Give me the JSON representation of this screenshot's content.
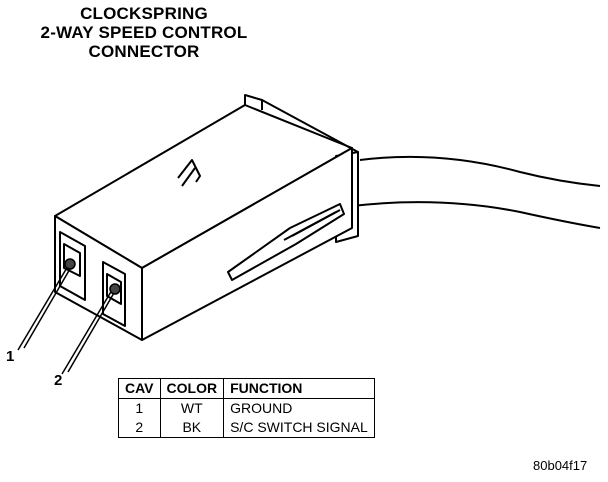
{
  "title": {
    "line1": "CLOCKSPRING",
    "line2": "2-WAY SPEED CONTROL",
    "line3": "CONNECTOR"
  },
  "callouts": [
    "1",
    "2"
  ],
  "table": {
    "headers": [
      "CAV",
      "COLOR",
      "FUNCTION"
    ],
    "rows": [
      {
        "cav": "1",
        "color": "WT",
        "function": "GROUND"
      },
      {
        "cav": "2",
        "color": "BK",
        "function": "S/C SWITCH SIGNAL"
      }
    ]
  },
  "figure_code": "80b04f17"
}
